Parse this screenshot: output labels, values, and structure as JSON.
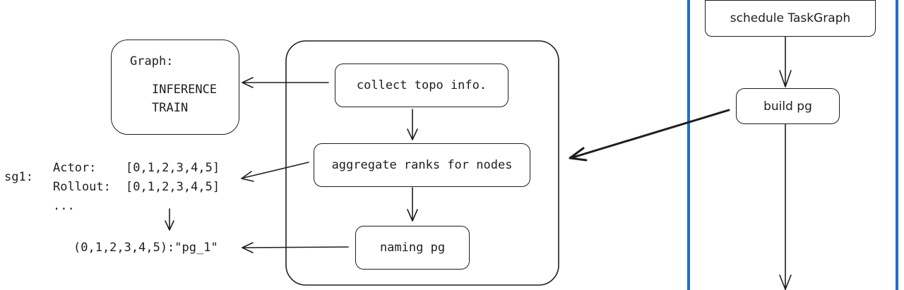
{
  "graph_box": {
    "title": "Graph:",
    "items": [
      "INFERENCE",
      "TRAIN"
    ]
  },
  "pipeline": {
    "collect": "collect topo info.",
    "aggregate": "aggregate ranks for nodes",
    "naming": "naming pg"
  },
  "sg1": {
    "label": "sg1:",
    "rows": [
      {
        "role": "Actor:",
        "ranks": "[0,1,2,3,4,5]"
      },
      {
        "role": "Rollout:",
        "ranks": "[0,1,2,3,4,5]"
      }
    ],
    "ellipsis": "...",
    "mapping": "(0,1,2,3,4,5):\"pg_1\""
  },
  "right_flow": {
    "schedule": "schedule TaskGraph",
    "build": "build pg"
  },
  "colors": {
    "stroke": "#1e1e1e",
    "lane_border": "#1f6fc4"
  }
}
